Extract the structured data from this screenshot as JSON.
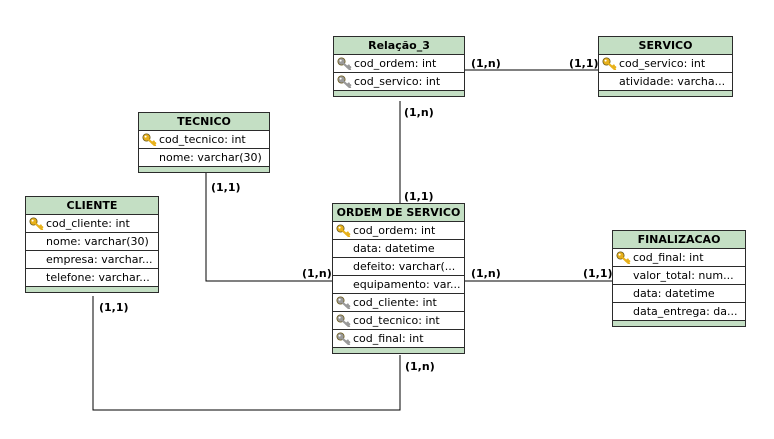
{
  "colors": {
    "header": "#c4dfc4",
    "border": "#2b2b2b",
    "line": "#000000",
    "key_pk": "#e8b11b",
    "key_fk": "#9a9a9a"
  },
  "entities": {
    "relacao3": {
      "title": "Relação_3",
      "fields": [
        {
          "text": "cod_ordem: int",
          "key": "fk"
        },
        {
          "text": "cod_servico: int",
          "key": "fk"
        }
      ]
    },
    "servico": {
      "title": "SERVICO",
      "fields": [
        {
          "text": "cod_servico: int",
          "key": "pk"
        },
        {
          "text": "atividade: varcha...",
          "key": "none"
        }
      ]
    },
    "tecnico": {
      "title": "TECNICO",
      "fields": [
        {
          "text": "cod_tecnico: int",
          "key": "pk"
        },
        {
          "text": "nome: varchar(30)",
          "key": "none"
        }
      ]
    },
    "cliente": {
      "title": "CLIENTE",
      "fields": [
        {
          "text": "cod_cliente: int",
          "key": "pk"
        },
        {
          "text": "nome: varchar(30)",
          "key": "none"
        },
        {
          "text": "empresa: varchar...",
          "key": "none"
        },
        {
          "text": "telefone: varchar...",
          "key": "none"
        }
      ]
    },
    "ordem": {
      "title": "ORDEM DE SERVICO",
      "fields": [
        {
          "text": "cod_ordem: int",
          "key": "pk"
        },
        {
          "text": "data: datetime",
          "key": "none"
        },
        {
          "text": "defeito: varchar(...",
          "key": "none"
        },
        {
          "text": "equipamento: var...",
          "key": "none"
        },
        {
          "text": "cod_cliente: int",
          "key": "fk"
        },
        {
          "text": "cod_tecnico: int",
          "key": "fk"
        },
        {
          "text": "cod_final: int",
          "key": "fk"
        }
      ]
    },
    "finalizacao": {
      "title": "FINALIZACAO",
      "fields": [
        {
          "text": "cod_final: int",
          "key": "pk"
        },
        {
          "text": "valor_total: num...",
          "key": "none"
        },
        {
          "text": "data: datetime",
          "key": "none"
        },
        {
          "text": "data_entrega: da...",
          "key": "none"
        }
      ]
    }
  },
  "cardinalities": {
    "relacao3_servico": "(1,n)",
    "servico_relacao3": "(1,1)",
    "relacao3_ordem": "(1,n)",
    "ordem_relacao3": "(1,1)",
    "tecnico_ordem": "(1,1)",
    "ordem_tecnico": "(1,n)",
    "ordem_finalizacao": "(1,n)",
    "finalizacao_ordem": "(1,1)",
    "cliente_ordem": "(1,1)",
    "ordem_cliente": "(1,n)"
  }
}
